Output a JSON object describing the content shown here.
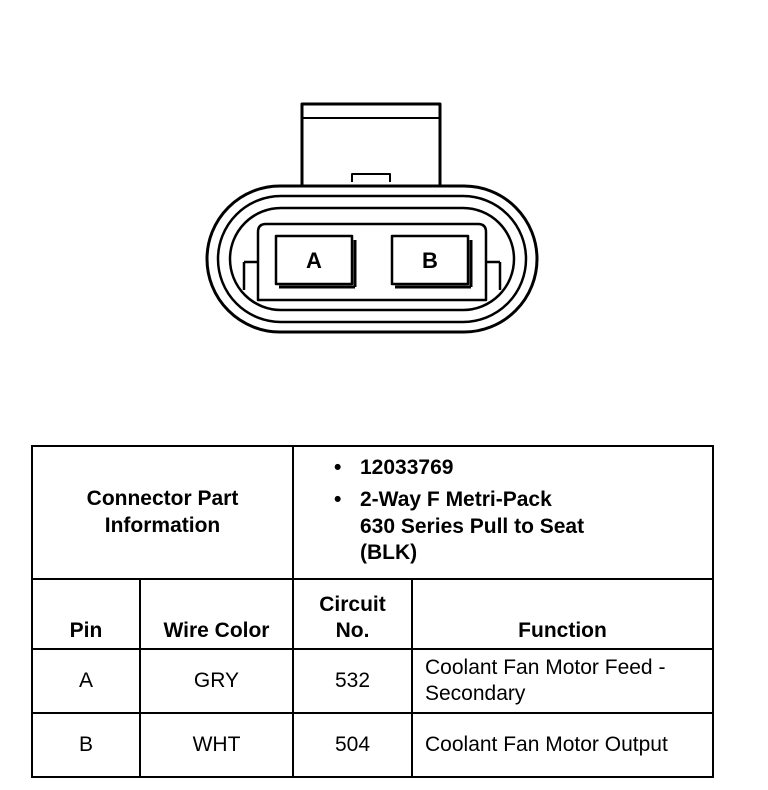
{
  "connector": {
    "pin_a_label": "A",
    "pin_b_label": "B"
  },
  "connector_info": {
    "label_line1": "Connector Part",
    "label_line2": "Information",
    "part_items": [
      "12033769",
      "2-Way F Metri-Pack 630 Series Pull to Seat (BLK)"
    ]
  },
  "pin_table": {
    "headers": {
      "pin": "Pin",
      "wire_color": "Wire Color",
      "circuit_line1": "Circuit",
      "circuit_line2": "No.",
      "function": "Function"
    },
    "rows": [
      {
        "pin": "A",
        "wire_color": "GRY",
        "circuit": "532",
        "function": "Coolant Fan Motor Feed - Secondary"
      },
      {
        "pin": "B",
        "wire_color": "WHT",
        "circuit": "504",
        "function": "Coolant Fan Motor Output"
      }
    ]
  }
}
